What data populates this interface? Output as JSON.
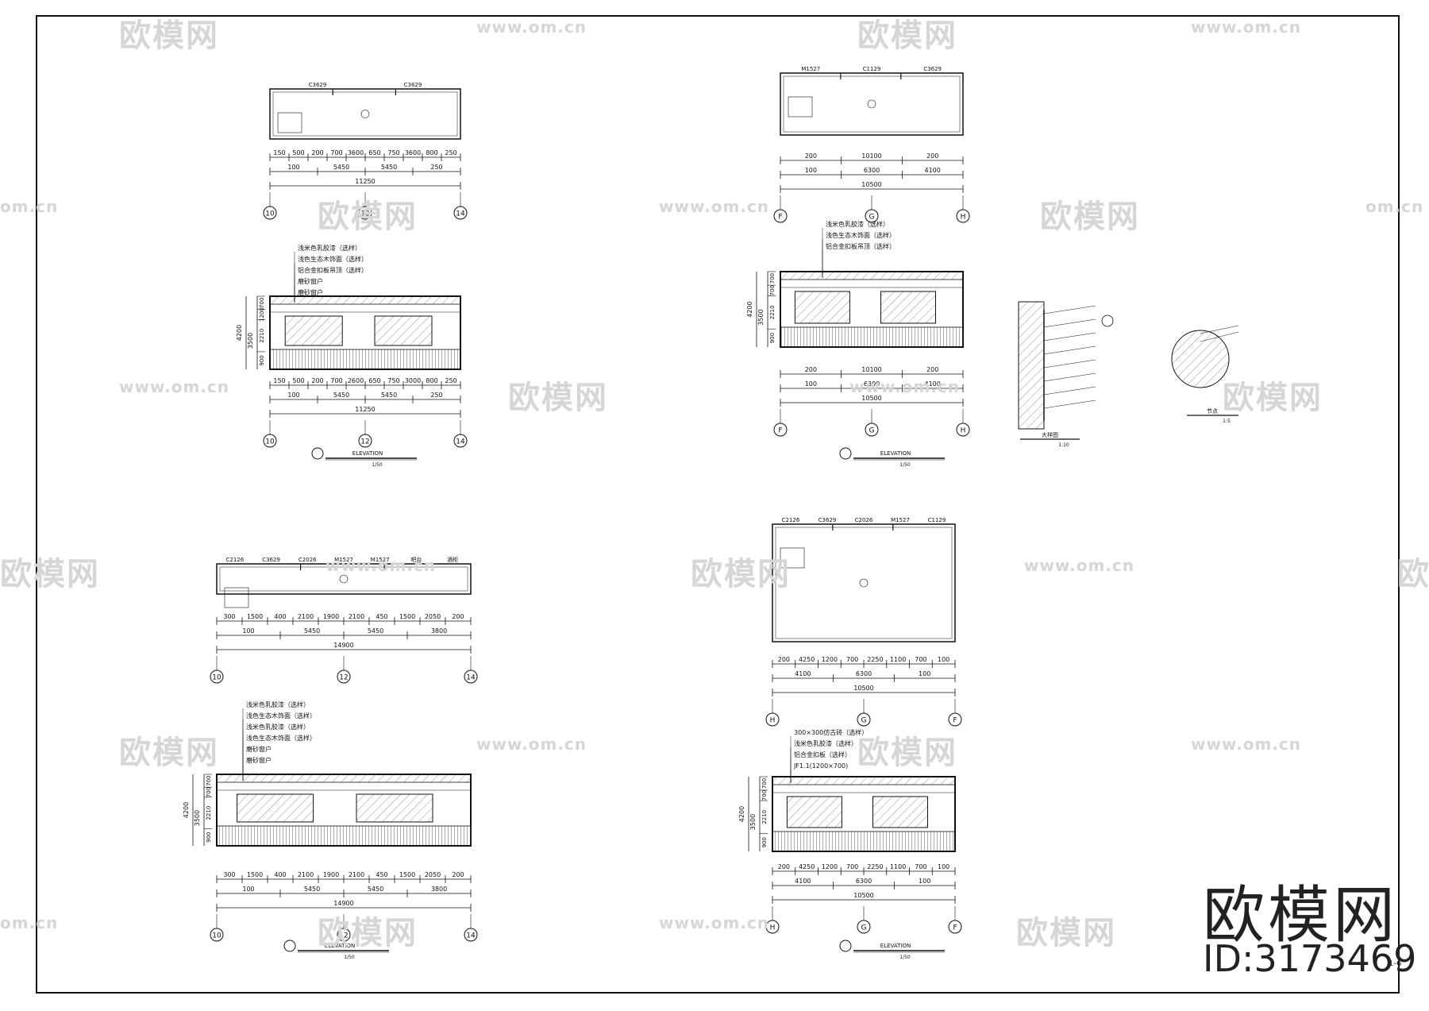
{
  "watermark": {
    "brand": "欧模网",
    "url": "www.om.cn",
    "url_short": "om.cn"
  },
  "id_label": "ID:3173469",
  "page_number": "1-6",
  "panels": [
    {
      "plan": {
        "labels": [
          "C3629",
          "C3629"
        ],
        "dims": {
          "row1": [
            "150",
            "500",
            "200",
            "700",
            "3600",
            "650",
            "750",
            "3600",
            "800",
            "250"
          ],
          "row2": [
            "100",
            "5450",
            "5450",
            "250"
          ],
          "total": "11250"
        },
        "axes": [
          "10",
          "12",
          "14"
        ]
      },
      "elevation": {
        "notes": [
          "浅米色乳胶漆（选样）",
          "浅色生态木饰面（选样）",
          "铝合金扣板吊顶（选样）",
          "磨砂窗户",
          "磨砂窗户"
        ],
        "height_dims": [
          "4200",
          "3500",
          "700",
          "1200",
          "2210",
          "900"
        ],
        "dims": {
          "row1": [
            "150",
            "500",
            "200",
            "700",
            "2600",
            "650",
            "750",
            "3000",
            "800",
            "250"
          ],
          "row2": [
            "100",
            "5450",
            "5450",
            "250"
          ],
          "total": "11250"
        },
        "axes": [
          "10",
          "12",
          "14"
        ],
        "title": "ELEVATION",
        "scale": "1/50"
      }
    },
    {
      "plan": {
        "labels": [
          "M1527",
          "C1129",
          "C3629"
        ],
        "dims": {
          "row1": [
            "200",
            "10100",
            "200"
          ],
          "row2": [
            "100",
            "6300",
            "4100"
          ],
          "total": "10500"
        },
        "axes": [
          "F",
          "G",
          "H"
        ]
      },
      "elevation": {
        "notes": [
          "浅米色乳胶漆（选样）",
          "浅色生态木饰面（选样）",
          "铝合金扣板吊顶（选样）"
        ],
        "height_dims": [
          "4200",
          "3500",
          "700",
          "700",
          "2210",
          "900"
        ],
        "dims": {
          "row1": [
            "200",
            "10100",
            "200"
          ],
          "row2": [
            "100",
            "6300",
            "4100"
          ],
          "total": "10500"
        },
        "axes": [
          "F",
          "G",
          "H"
        ],
        "title": "ELEVATION",
        "scale": "1/50"
      },
      "details": [
        {
          "title": "大样图",
          "scale": "1:10"
        },
        {
          "title": "节点",
          "scale": "1:5"
        }
      ]
    },
    {
      "plan": {
        "labels": [
          "C2126",
          "C3629",
          "C2026",
          "M1527",
          "M1527",
          "吧台",
          "酒柜"
        ],
        "dims": {
          "row1": [
            "300",
            "1500",
            "400",
            "2100",
            "1900",
            "2100",
            "450",
            "1500",
            "2050",
            "200"
          ],
          "row2": [
            "100",
            "5450",
            "5450",
            "3800"
          ],
          "total": "14900"
        },
        "axes": [
          "10",
          "12",
          "14"
        ]
      },
      "elevation": {
        "notes": [
          "浅米色乳胶漆（选样）",
          "浅色生态木饰面（选样）",
          "浅米色乳胶漆（选样）",
          "浅色生态木饰面（选样）",
          "磨砂窗户",
          "磨砂窗户"
        ],
        "height_dims": [
          "4200",
          "3500",
          "700",
          "700",
          "2210",
          "900"
        ],
        "dims": {
          "row1": [
            "300",
            "1500",
            "400",
            "2100",
            "1900",
            "2100",
            "450",
            "1500",
            "2050",
            "200"
          ],
          "row2": [
            "100",
            "5450",
            "5450",
            "3800"
          ],
          "total": "14900"
        },
        "axes": [
          "10",
          "12",
          "14"
        ],
        "title": "ELEVATION",
        "scale": "1/50"
      }
    },
    {
      "plan": {
        "labels": [
          "C2126",
          "C3629",
          "C2026",
          "M1527",
          "C1129"
        ],
        "dims": {
          "row1": [
            "200",
            "4250",
            "1200",
            "700",
            "2250",
            "1100",
            "700",
            "100"
          ],
          "row2": [
            "4100",
            "6300",
            "100"
          ],
          "total": "10500"
        },
        "axes": [
          "H",
          "G",
          "F"
        ]
      },
      "elevation": {
        "notes": [
          "300×300仿古砖（选样）",
          "浅米色乳胶漆（选样）",
          "铝合金扣板（选样）",
          "JF1.1(1200×700)"
        ],
        "height_dims": [
          "4200",
          "3500",
          "700",
          "700",
          "2210",
          "900"
        ],
        "dims": {
          "row1": [
            "200",
            "4250",
            "1200",
            "700",
            "2250",
            "1100",
            "700",
            "100"
          ],
          "row2": [
            "4100",
            "6300",
            "100"
          ],
          "total": "10500"
        },
        "axes": [
          "H",
          "G",
          "F"
        ],
        "title": "ELEVATION",
        "scale": "1/50"
      }
    }
  ]
}
